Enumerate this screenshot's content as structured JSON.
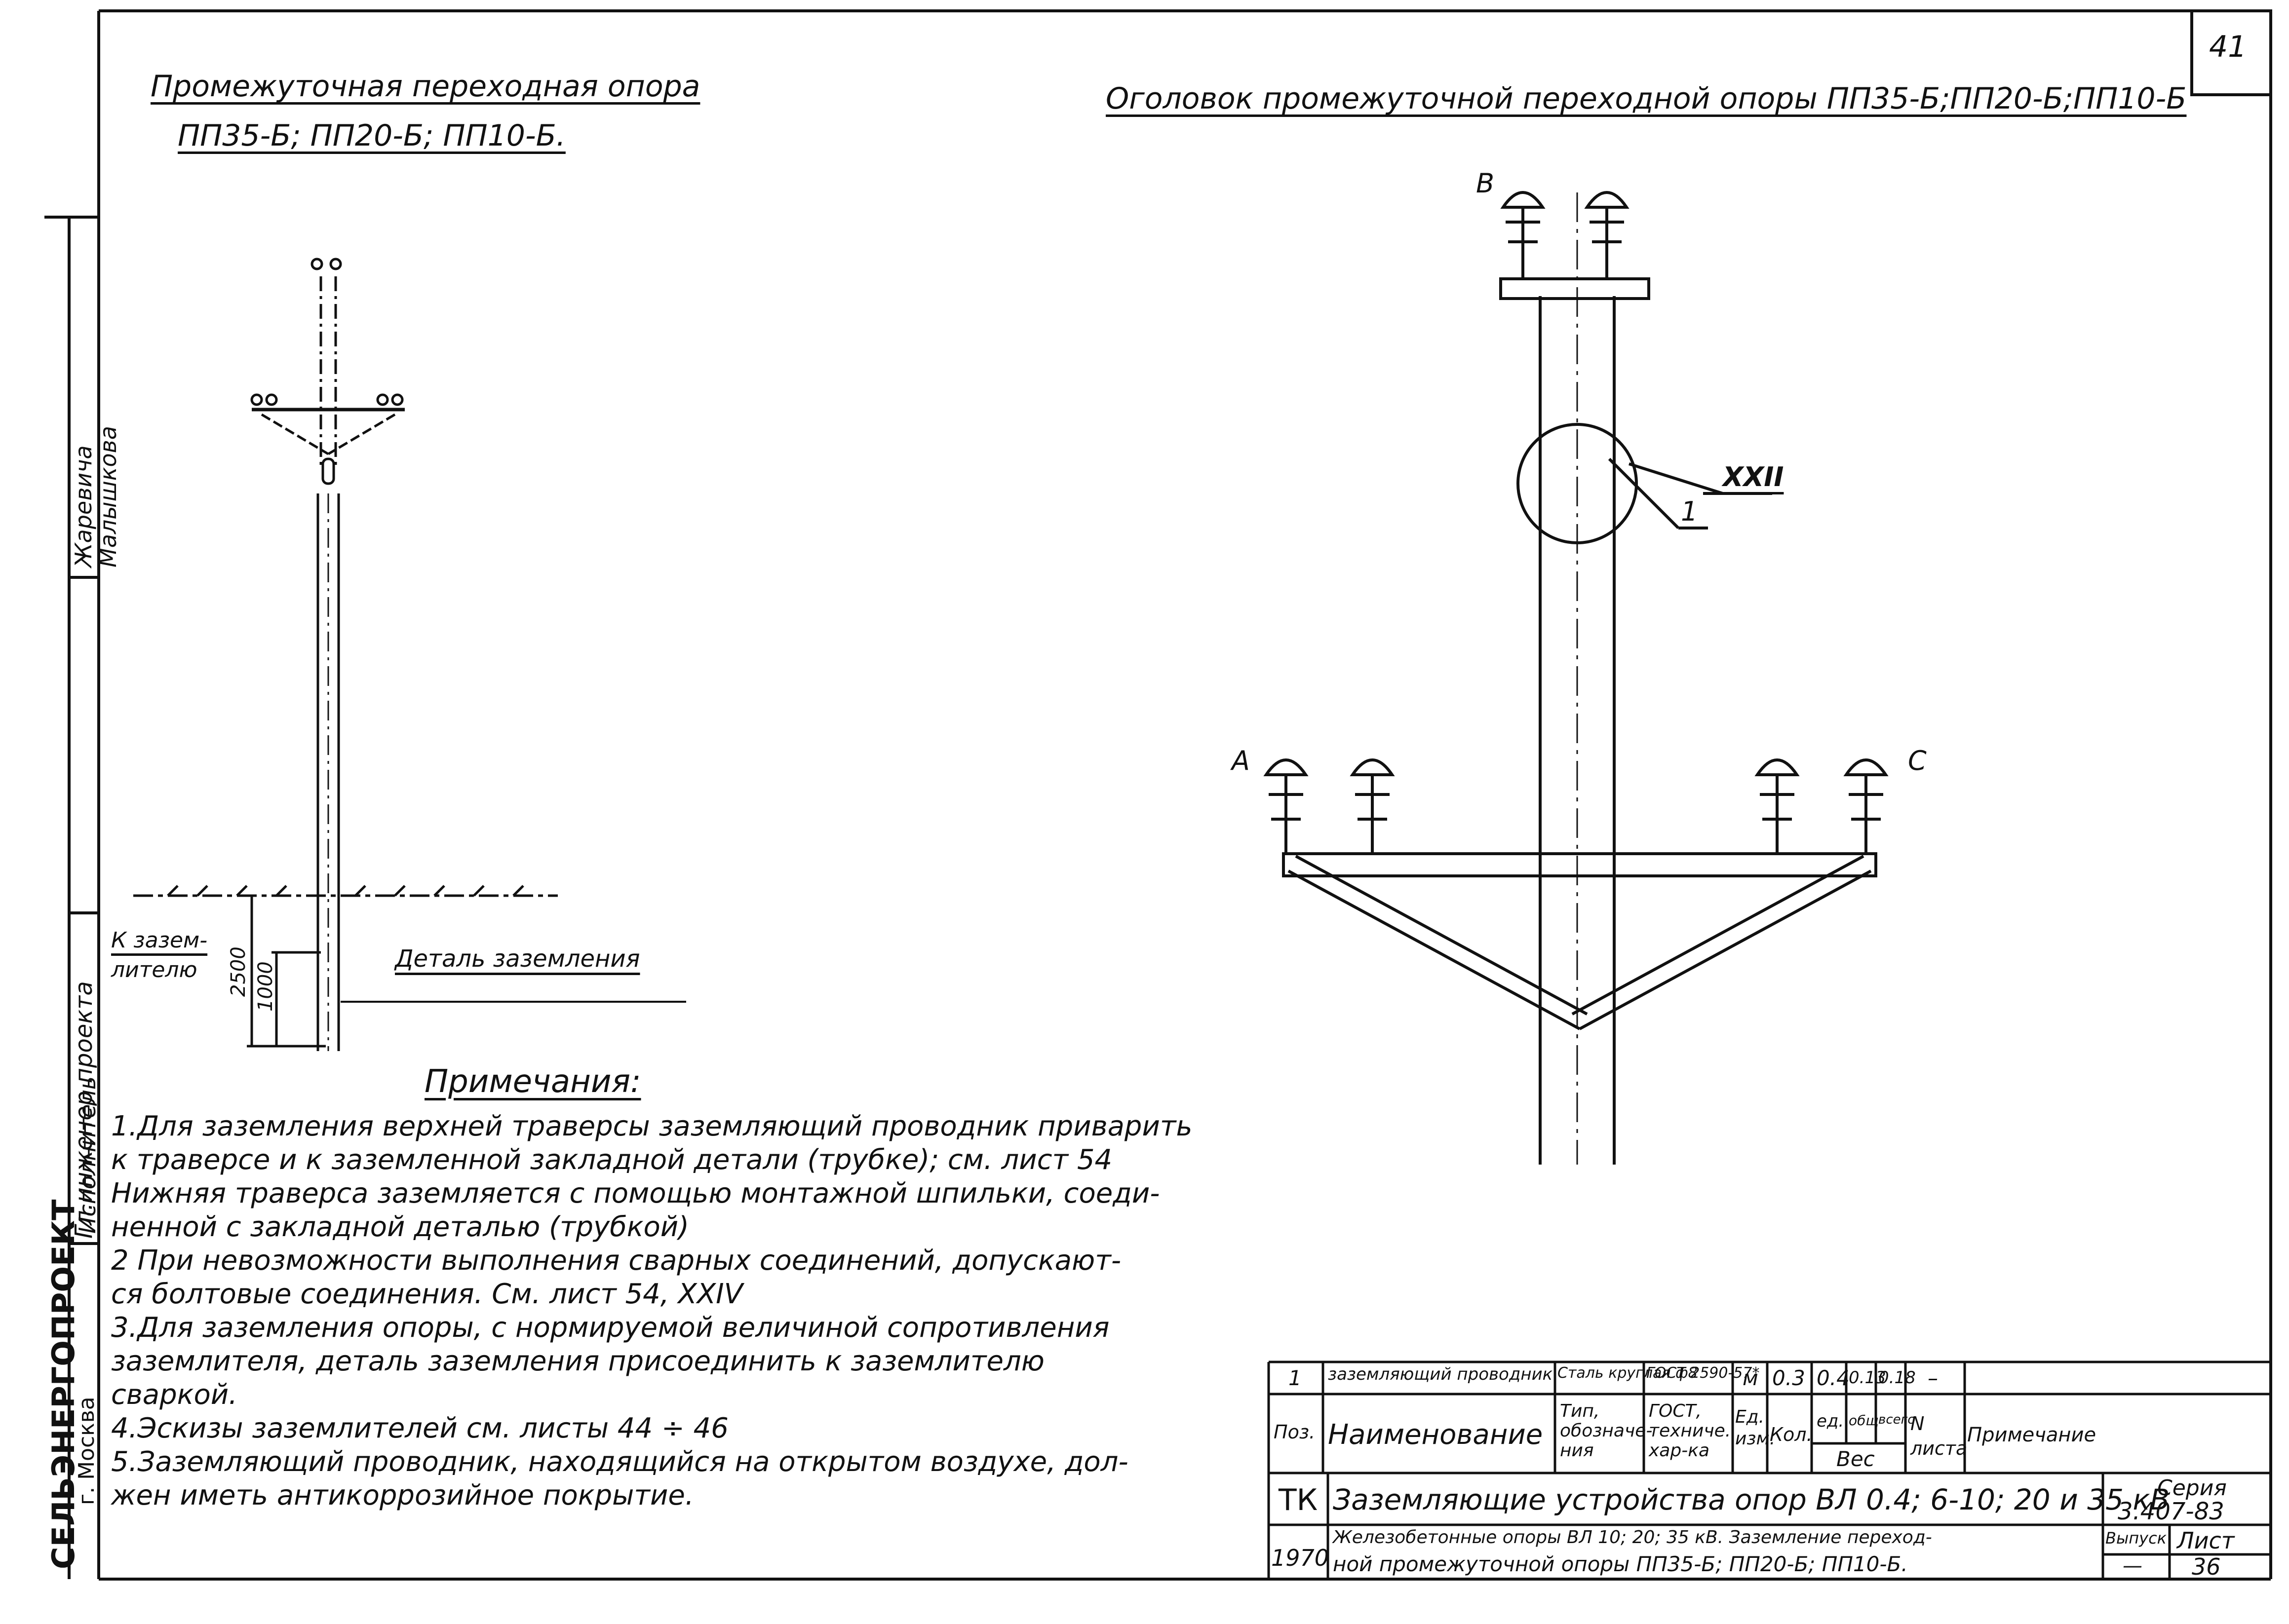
{
  "sheet_number": "41",
  "left_view": {
    "title_line1": "Промежуточная переходная опора",
    "title_line2": "ПП35-Б;  ПП20-Б;   ПП10-Б."
  },
  "right_view": {
    "title": "Оголовок промежуточной переходной опоры ПП35-Б;ПП20-Б;ПП10-Б"
  },
  "labels": {
    "to_grounding_1": "К зазем-",
    "to_grounding_2": "лителю",
    "dim_2500": "2500",
    "dim_1000": "1000",
    "grounding_detail": "Деталь заземления",
    "phase_b": "В",
    "phase_a": "А",
    "phase_c": "С",
    "callout_xxii": "XXII",
    "callout_1": "1"
  },
  "notes": {
    "heading": "Примечания:",
    "lines": [
      "1.Для заземления верхней траверсы заземляющий проводник приварить",
      "к траверсе и к заземленной закладной детали (трубке); см. лист 54",
      "Нижняя траверса заземляется с помощью монтажной шпильки, соеди-",
      "ненной с закладной деталью  (трубкой)",
      "2 При невозможности выполнения сварных соединений, допускают-",
      "ся болтовые  соединения.  См. лист 54, XXIV",
      "3.Для  заземления опоры, с нормируемой величиной сопротивления",
      "заземлителя, деталь заземления присоединить к заземлителю",
      "сваркой.",
      "4.Эскизы заземлителей  см. листы  44 ÷ 46",
      "5.Заземляющий проводник, находящийся на открытом воздухе, дол-",
      "жен иметь антикоррозийное покрытие."
    ]
  },
  "side_stamp": {
    "org": "СЕЛЬЭНЕРГОПРОЕКТ",
    "city": "г. Москва",
    "role1": "Гл.инженер проекта",
    "role2": "Исполнитель",
    "name1": "Жаревича",
    "name2": "Малышкова"
  },
  "spec_table": {
    "row": [
      "1",
      "заземляющий проводник",
      "Сталь круглая ф8",
      "ГОСТ 2590-57*",
      "м",
      "0.3",
      "0.4",
      "0.13",
      "0.18",
      "–",
      ""
    ],
    "headers": {
      "pos": "Поз.",
      "name": "Наименование",
      "type": "Тип, обозначе- ния",
      "gost": "ГОСТ, техниче. хар-ка",
      "unit": "Ед. изм.",
      "qty": "Кол.",
      "unit_w": "ед.",
      "total_w": "общ",
      "all_w": "всего",
      "weight": "Вес",
      "sheet": "N листа",
      "note": "Примечание"
    }
  },
  "title_block": {
    "org": "ТК",
    "year": "1970",
    "title": "Заземляющие устройства опор ВЛ 0.4; 6-10; 20 и 35 кВ",
    "subtitle": "Железобетонные опоры ВЛ 10; 20; 35 кВ. Заземление переход-",
    "subtitle2": "ной промежуточной опоры ПП35-Б; ПП20-Б; ПП10-Б.",
    "series_label": "Серия",
    "series": "3.407-83",
    "issue_label": "Выпуск",
    "issue": "—",
    "sheet_label": "Лист",
    "sheet": "36"
  }
}
